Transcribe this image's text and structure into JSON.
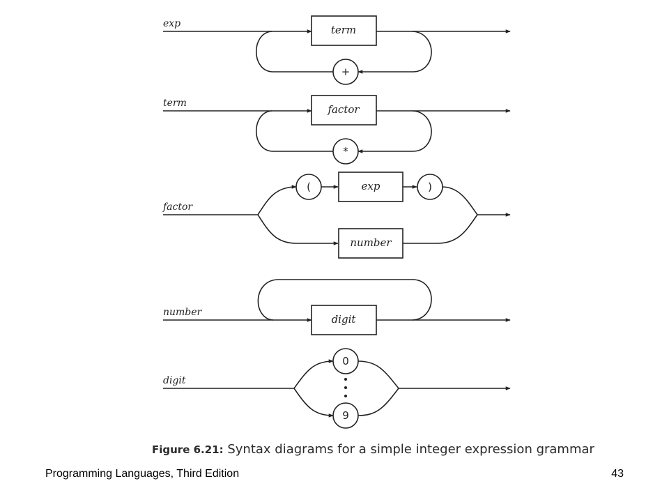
{
  "diagram": {
    "rules": [
      {
        "name": "exp",
        "items": [
          "term",
          "+"
        ]
      },
      {
        "name": "term",
        "items": [
          "factor",
          "*"
        ]
      },
      {
        "name": "factor",
        "items": [
          "(",
          "exp",
          ")",
          "number"
        ]
      },
      {
        "name": "number",
        "items": [
          "digit"
        ]
      },
      {
        "name": "digit",
        "items": [
          "0",
          "9"
        ]
      }
    ]
  },
  "caption": {
    "label": "Figure 6.21:",
    "text": "Syntax diagrams for a simple integer expression grammar"
  },
  "footer": {
    "book": "Programming Languages, Third Edition",
    "page": "43"
  }
}
